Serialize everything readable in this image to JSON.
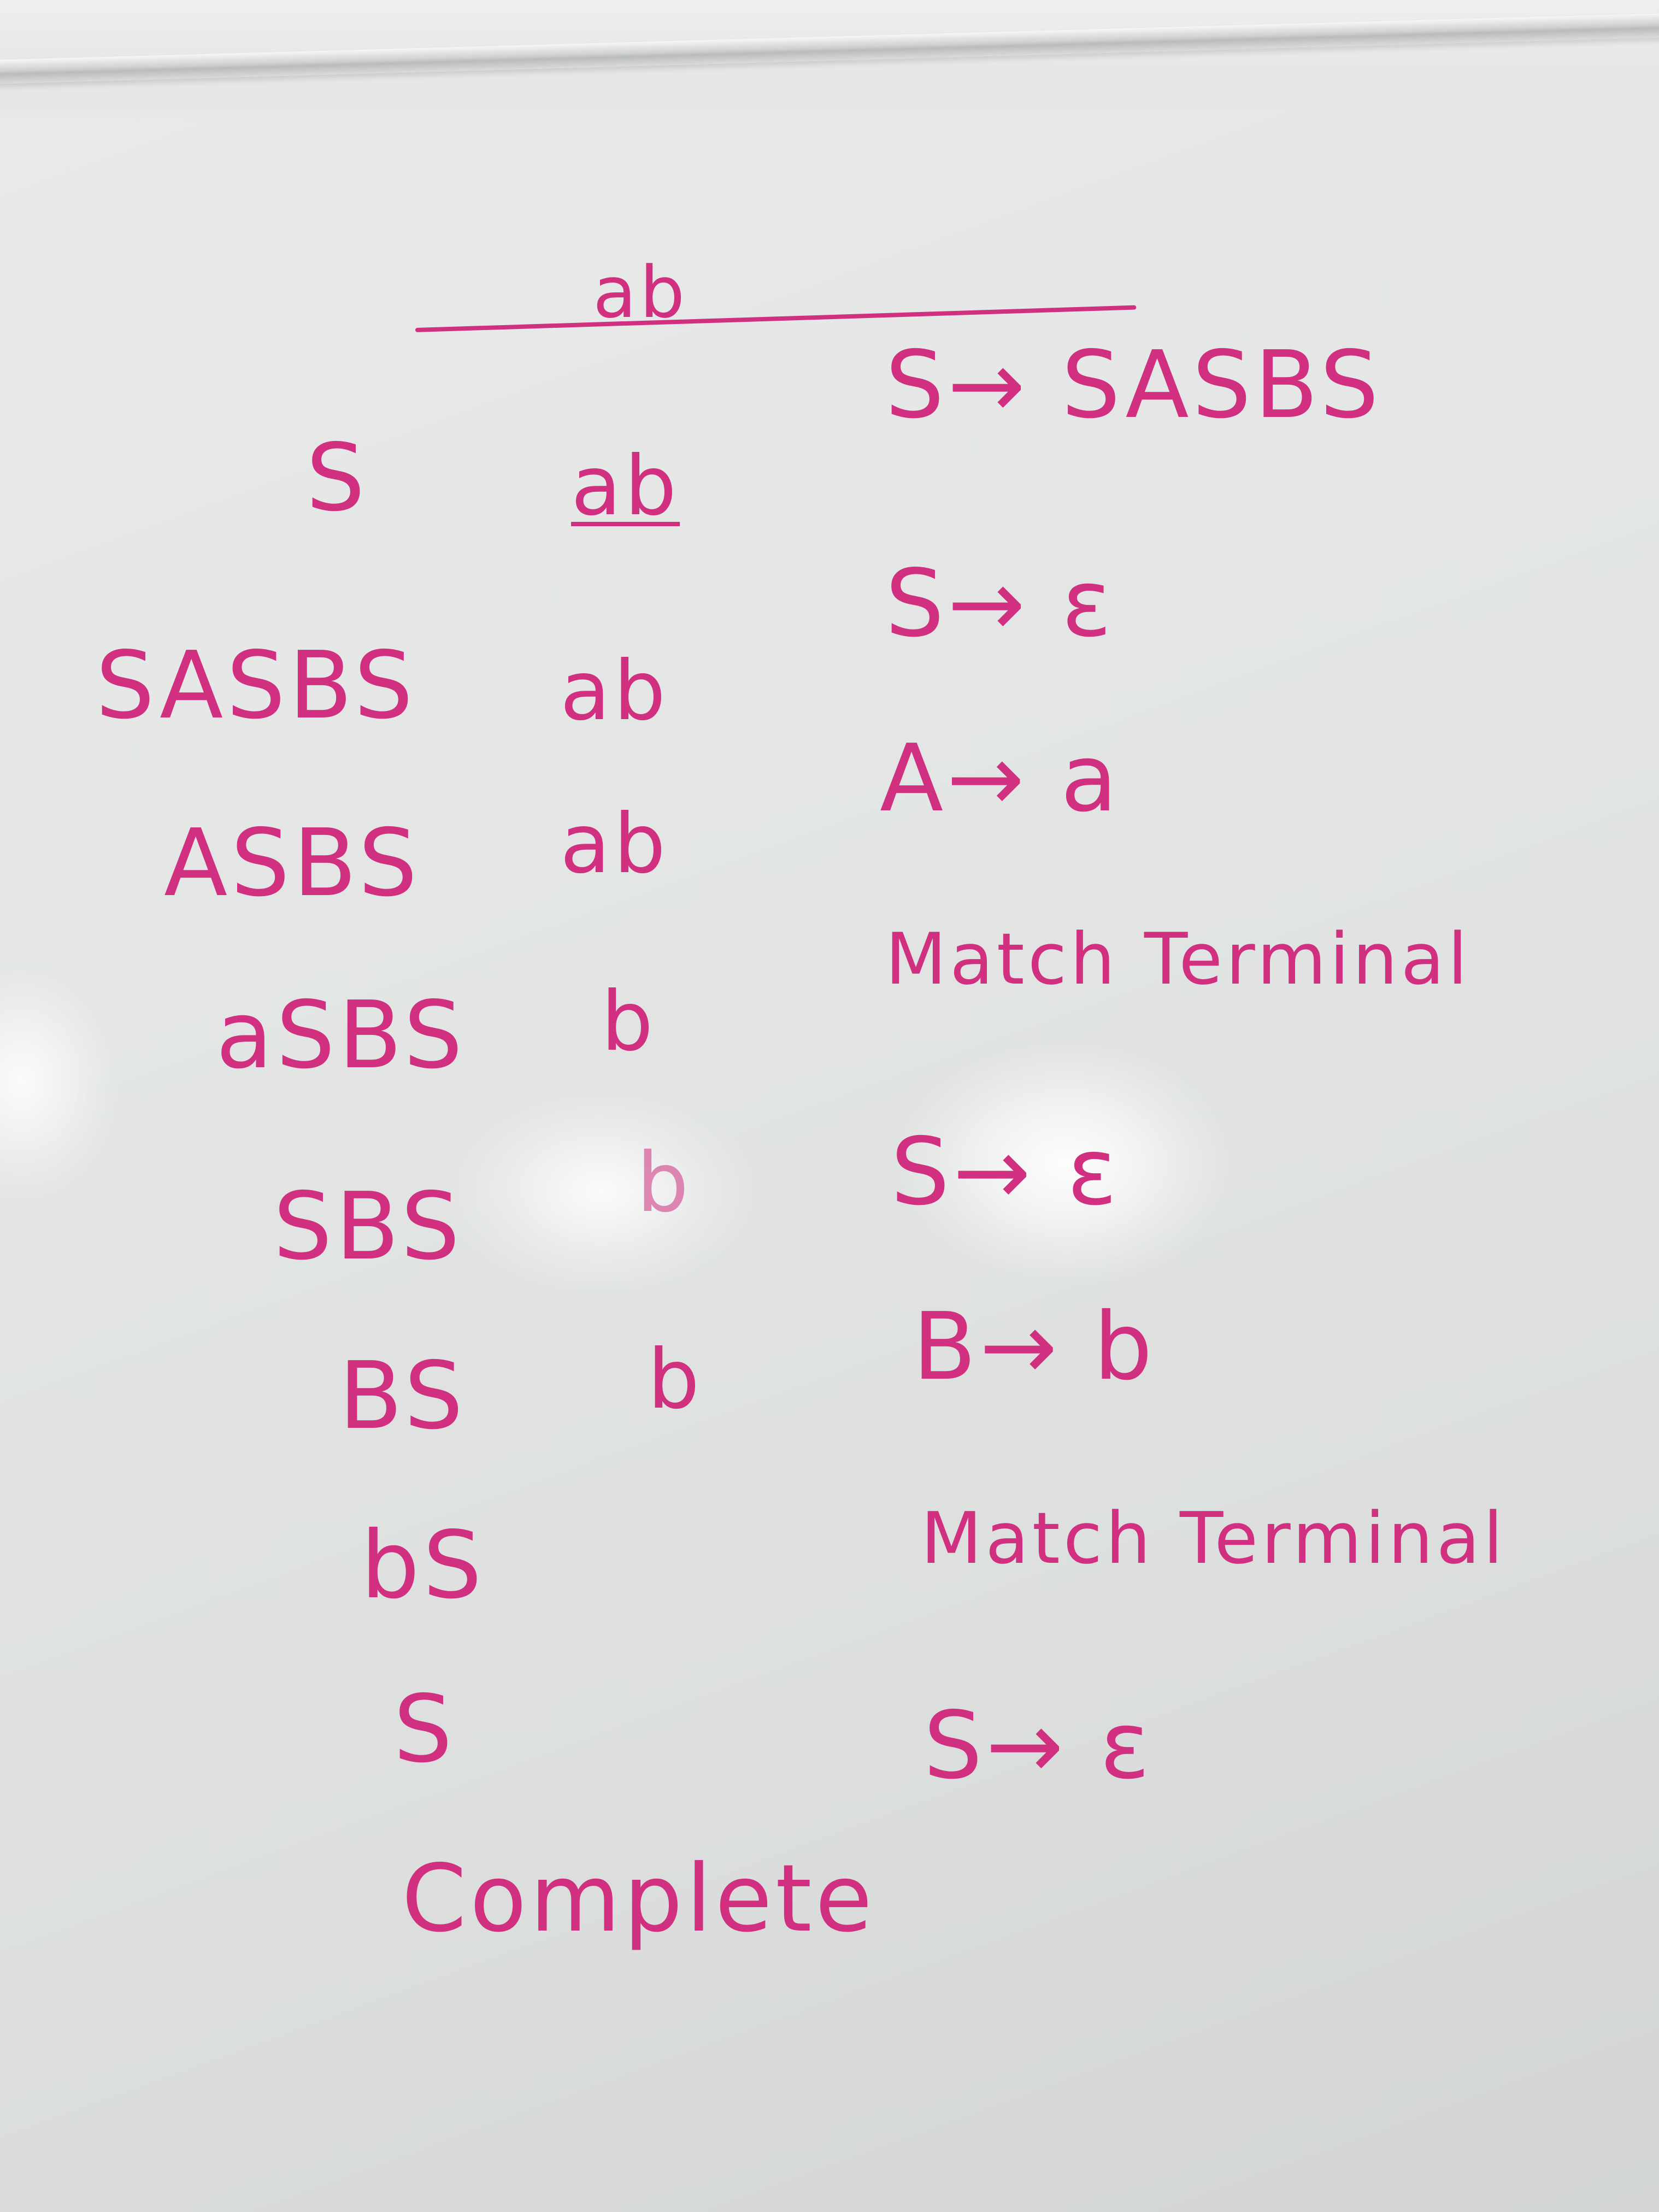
{
  "header": {
    "input": "ab"
  },
  "stack": [
    "S",
    "SASBS",
    "ASBS",
    "aSBS",
    "SBS",
    "BS",
    "bS",
    "S",
    "Complete"
  ],
  "input_col": [
    "ab",
    "ab",
    "ab",
    "b",
    "b",
    "b"
  ],
  "actions": [
    "S→ SASBS",
    "S→ ε",
    "A→ a",
    "Match Terminal",
    "S→ ε",
    "B→ b",
    "Match Terminal",
    "S→ ε"
  ],
  "colors": {
    "marker": "#d0307f",
    "board": "#e3e6e5"
  }
}
